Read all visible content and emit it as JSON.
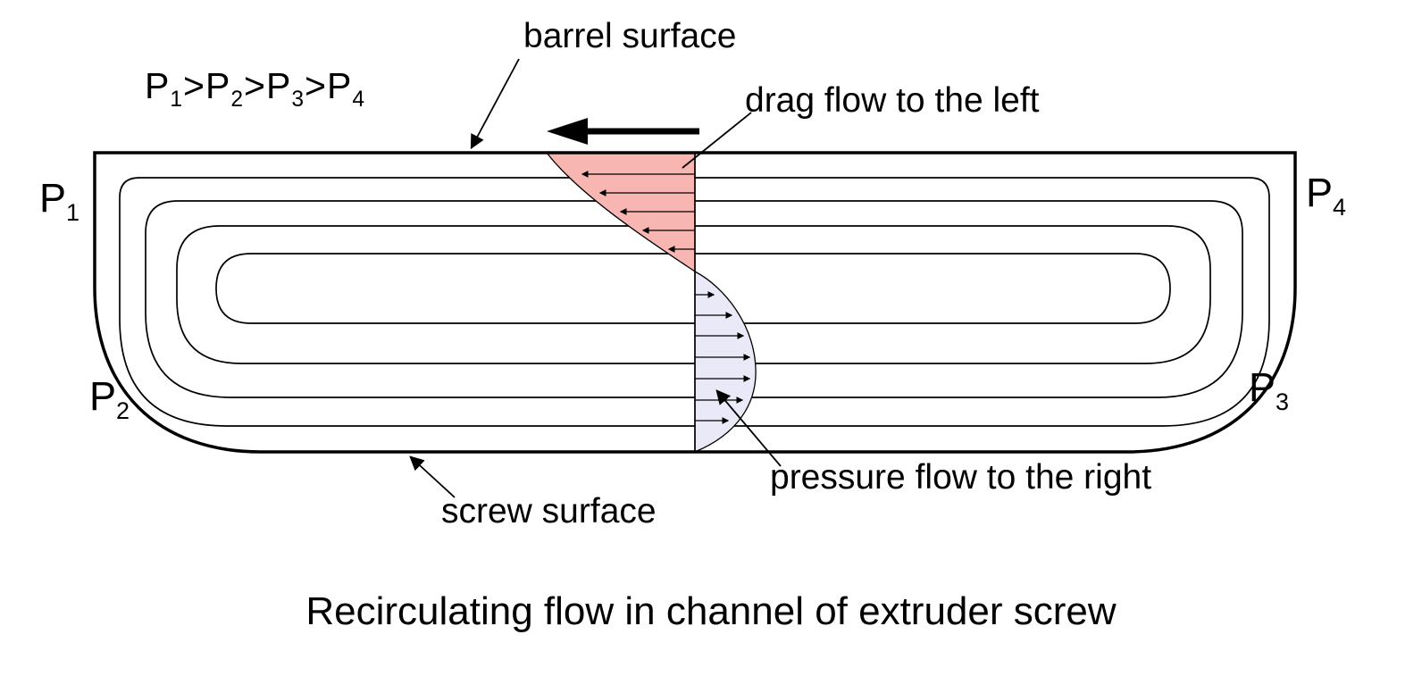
{
  "caption": "Recirculating flow in channel of extruder screw",
  "annotations": {
    "barrel_surface": "barrel surface",
    "drag_flow": "drag flow to the left",
    "pressure_flow": "pressure flow to the right",
    "screw_surface": "screw surface"
  },
  "pressure_labels": {
    "symbol": "P",
    "gt": ">",
    "sub1": "1",
    "sub2": "2",
    "sub3": "3",
    "sub4": "4"
  },
  "colors": {
    "drag_region_fill": "#f8b6b3",
    "pressure_region_fill": "#e9e9f8",
    "line": "#000000",
    "background": "#ffffff"
  }
}
